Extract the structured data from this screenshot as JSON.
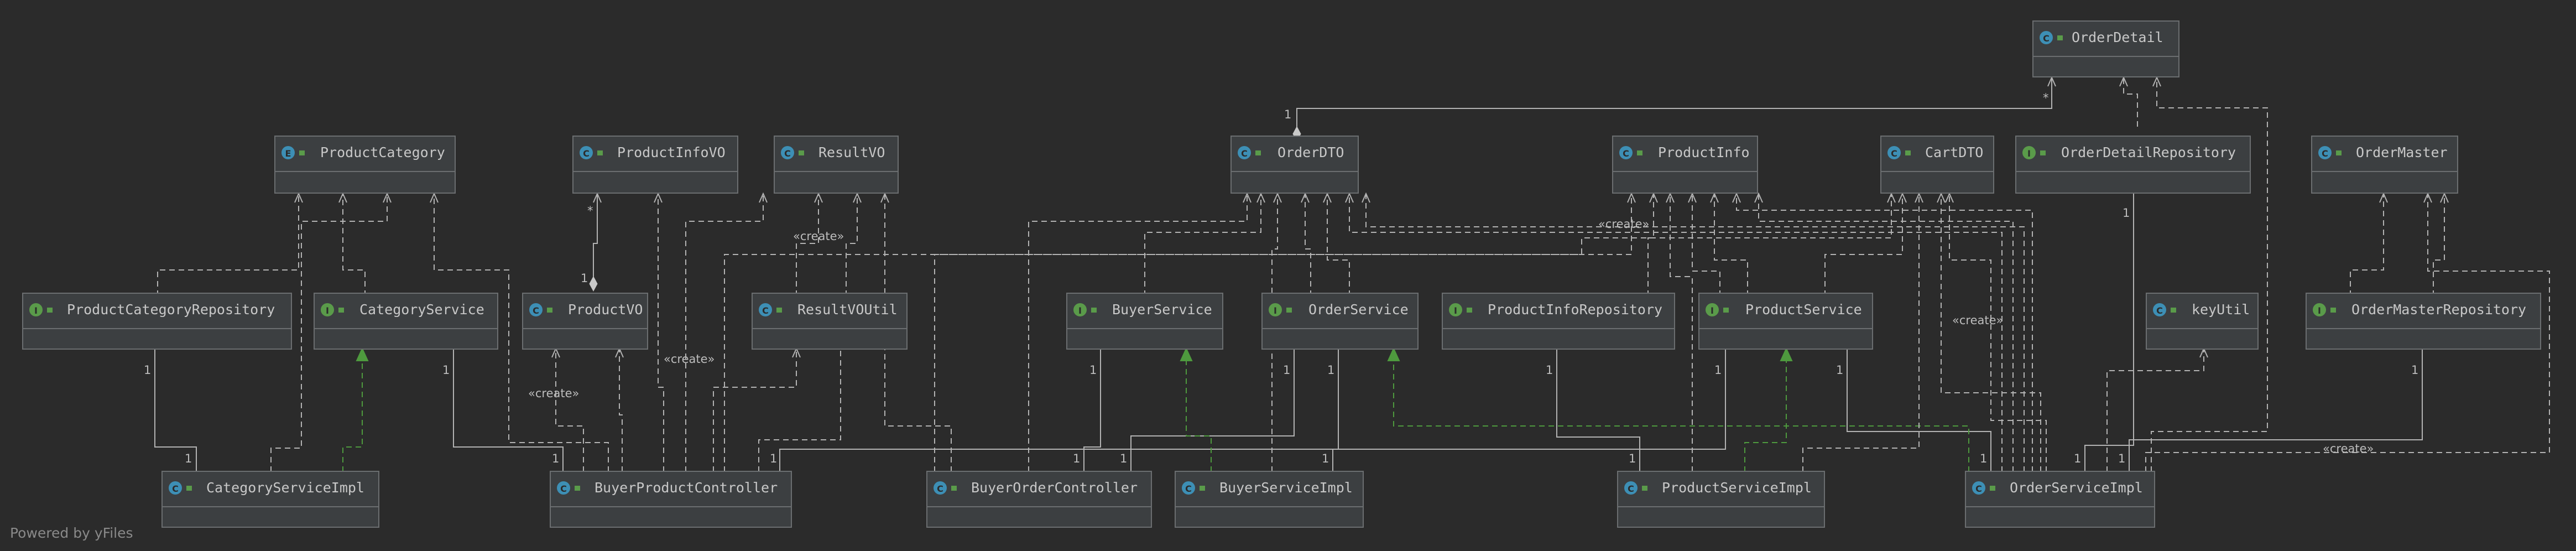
{
  "nodes": {
    "order_detail": {
      "name": "OrderDetail",
      "kind": "C"
    },
    "product_category": {
      "name": "ProductCategory",
      "kind": "E"
    },
    "product_info_vo": {
      "name": "ProductInfoVO",
      "kind": "C"
    },
    "result_vo": {
      "name": "ResultVO",
      "kind": "C"
    },
    "order_dto": {
      "name": "OrderDTO",
      "kind": "C"
    },
    "product_info": {
      "name": "ProductInfo",
      "kind": "C"
    },
    "cart_dto": {
      "name": "CartDTO",
      "kind": "C"
    },
    "order_detail_repository": {
      "name": "OrderDetailRepository",
      "kind": "I"
    },
    "order_master": {
      "name": "OrderMaster",
      "kind": "C"
    },
    "product_category_repository": {
      "name": "ProductCategoryRepository",
      "kind": "I"
    },
    "category_service": {
      "name": "CategoryService",
      "kind": "I"
    },
    "product_vo": {
      "name": "ProductVO",
      "kind": "C"
    },
    "result_vo_util": {
      "name": "ResultVOUtil",
      "kind": "C"
    },
    "buyer_service": {
      "name": "BuyerService",
      "kind": "I"
    },
    "order_service": {
      "name": "OrderService",
      "kind": "I"
    },
    "product_info_repository": {
      "name": "ProductInfoRepository",
      "kind": "I"
    },
    "product_service": {
      "name": "ProductService",
      "kind": "I"
    },
    "key_util": {
      "name": "keyUtil",
      "kind": "C"
    },
    "order_master_repository": {
      "name": "OrderMasterRepository",
      "kind": "I"
    },
    "category_service_impl": {
      "name": "CategoryServiceImpl",
      "kind": "C"
    },
    "buyer_product_controller": {
      "name": "BuyerProductController",
      "kind": "C"
    },
    "buyer_order_controller": {
      "name": "BuyerOrderController",
      "kind": "C"
    },
    "buyer_service_impl": {
      "name": "BuyerServiceImpl",
      "kind": "C"
    },
    "product_service_impl": {
      "name": "ProductServiceImpl",
      "kind": "C"
    },
    "order_service_impl": {
      "name": "OrderServiceImpl",
      "kind": "C"
    }
  },
  "labels": {
    "create": "«create»",
    "one": "1",
    "many": "*"
  },
  "footer": "Powered by yFiles",
  "colors": {
    "background": "#2b2b2b",
    "class_badge": "#3d8fb5",
    "interface_badge": "#5a9b4a",
    "enum_badge": "#3d8fb5",
    "implements_edge": "#4e9a3e",
    "dependency_edge": "#b3b3b3"
  }
}
